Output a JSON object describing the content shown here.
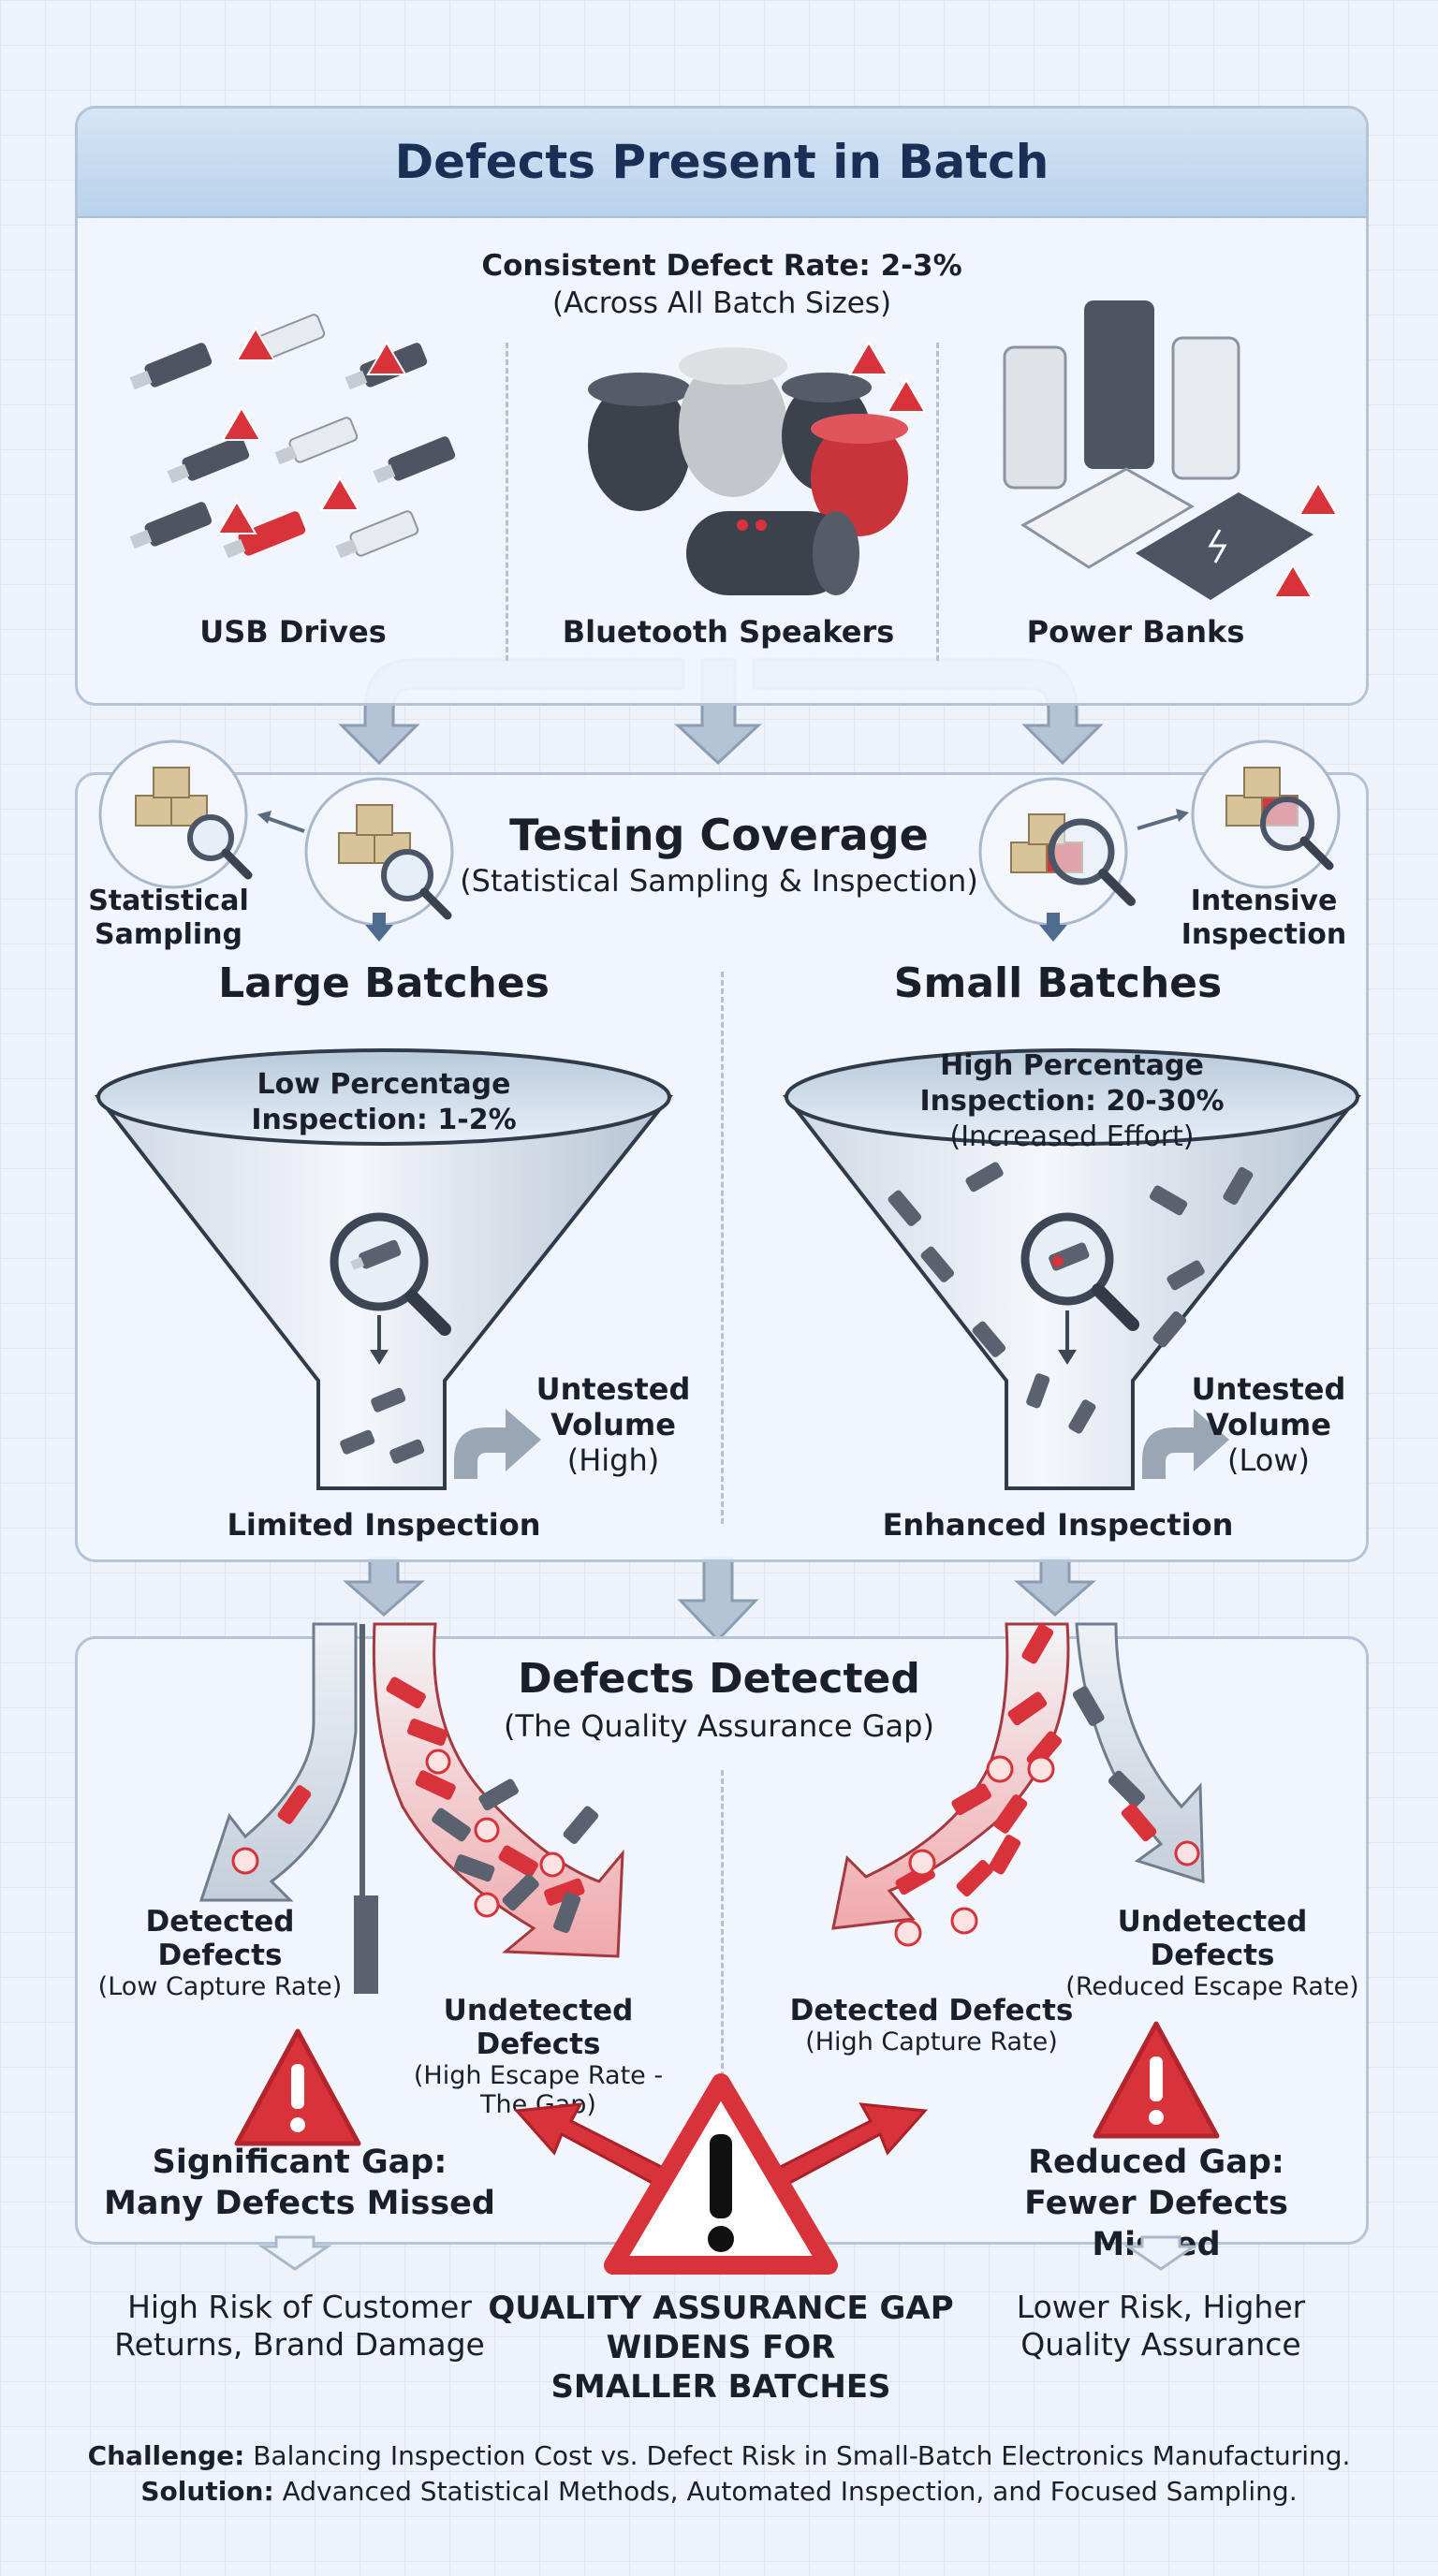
{
  "batch_panel": {
    "title": "Defects Present in Batch",
    "rate_line1": "Consistent Defect Rate: 2-3%",
    "rate_line2": "(Across All Batch Sizes)",
    "products": [
      {
        "label": "USB Drives",
        "icon": "usb-drive-icon"
      },
      {
        "label": "Bluetooth Speakers",
        "icon": "bluetooth-speaker-icon"
      },
      {
        "label": "Power Banks",
        "icon": "power-bank-icon"
      }
    ]
  },
  "testing_panel": {
    "title": "Testing Coverage",
    "subtitle": "(Statistical Sampling & Inspection)",
    "left_method_line1": "Statistical",
    "left_method_line2": "Sampling",
    "right_method_line1": "Intensive",
    "right_method_line2": "Inspection",
    "large": {
      "heading": "Large Batches",
      "funnel_line1": "Low Percentage",
      "funnel_line2": "Inspection: 1-2%",
      "untested_line1": "Untested",
      "untested_line2": "Volume",
      "untested_line3": "(High)",
      "caption": "Limited Inspection",
      "inspection_percent": [
        1,
        2
      ]
    },
    "small": {
      "heading": "Small Batches",
      "funnel_line1": "High Percentage",
      "funnel_line2": "Inspection: 20-30%",
      "funnel_line3": "(Increased Effort)",
      "untested_line1": "Untested",
      "untested_line2": "Volume",
      "untested_line3": "(Low)",
      "caption": "Enhanced Inspection",
      "inspection_percent": [
        20,
        30
      ]
    }
  },
  "detected_panel": {
    "title": "Defects Detected",
    "subtitle": "(The Quality Assurance Gap)",
    "large_detected": "Detected Defects",
    "large_detected_sub": "(Low Capture Rate)",
    "large_undetected": "Undetected Defects",
    "large_undetected_sub1": "(High Escape Rate -",
    "large_undetected_sub2": "The Gap)",
    "small_undetected": "Undetected Defects",
    "small_undetected_sub": "(Reduced Escape Rate)",
    "small_detected": "Detected Defects",
    "small_detected_sub": "(High Capture Rate)",
    "left_gap_line1": "Significant Gap:",
    "left_gap_line2": "Many Defects Missed",
    "right_gap_line1": "Reduced Gap:",
    "right_gap_line2": "Fewer Defects Missed"
  },
  "outcomes": {
    "left_line1": "High Risk of Customer",
    "left_line2": "Returns, Brand Damage",
    "center_line1": "QUALITY ASSURANCE GAP",
    "center_line2": "WIDENS FOR",
    "center_line3": "SMALLER BATCHES",
    "right_line1": "Lower Risk, Higher",
    "right_line2": "Quality Assurance"
  },
  "footer": {
    "challenge_label": "Challenge:",
    "challenge_text": " Balancing Inspection Cost vs. Defect Risk in Small-Batch Electronics Manufacturing.",
    "solution_label": "Solution:",
    "solution_text": " Advanced Statistical Methods, Automated Inspection, and Focused Sampling."
  },
  "colors": {
    "panel_border": "#b3c3d8",
    "title_navy": "#1a2f55",
    "arrow_gray": "#a7b7cb",
    "defect_red": "#d8323a",
    "drive_gray": "#5a6270"
  }
}
